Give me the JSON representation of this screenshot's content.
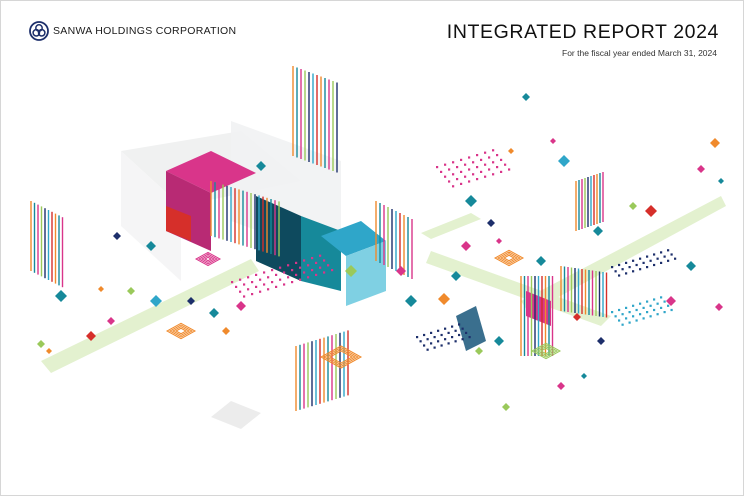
{
  "company": {
    "name": "SANWA HOLDINGS CORPORATION",
    "logo_icon": "sanwa-triple-ring-logo"
  },
  "report": {
    "title": "INTEGRATED REPORT 2024",
    "subtitle": "For the fiscal year ended March 31, 2024"
  },
  "palette": {
    "navy": "#1d2f6b",
    "pink": "#d9358a",
    "teal": "#16899a",
    "orange": "#f08a2c",
    "green": "#9ac95b",
    "red": "#d62f2a",
    "light_green": "#e3f1cf",
    "light_gray": "#eeeff0",
    "blue": "#2fa6c9",
    "dark_teal": "#0e4a5e"
  }
}
